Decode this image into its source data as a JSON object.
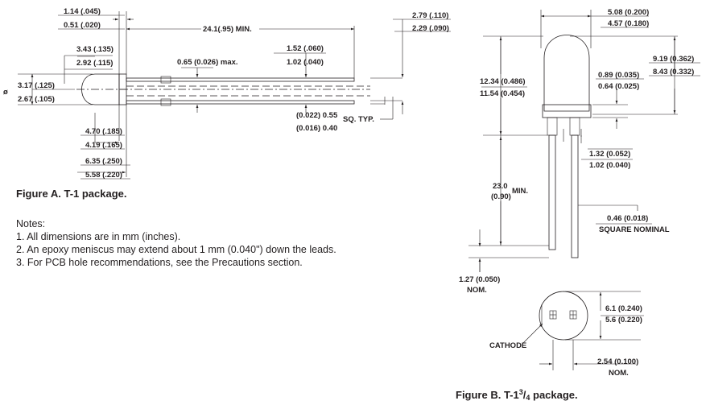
{
  "figure_a": {
    "caption": "Figure A. T-1 package.",
    "dims": {
      "d1_max": "1.14 (.045)",
      "d1_min": "0.51 (.020)",
      "lead_len": "24.1(.95) MIN.",
      "d2_max": "3.43 (.135)",
      "d2_min": "2.92 (.115)",
      "lead_w": "0.65 (0.026) max.",
      "d3_max": "1.52 (.060)",
      "d3_min": "1.02 (.040)",
      "diameter_symbol": "ø",
      "dia_max": "3.17 (.125)",
      "dia_min": "2.67 (.105)",
      "d4_max": "2.79 (.110)",
      "d4_min": "2.29 (.090)",
      "sq_max": "(0.022) 0.55",
      "sq_min": "(0.016) 0.40",
      "sq_label": "SQ. TYP.",
      "d5_max": "4.70 (.185)",
      "d5_min": "4.19 (.165)",
      "d6_max": "6.35 (.250)",
      "d6_min": "5.58 (.220)"
    }
  },
  "notes": {
    "heading": "Notes:",
    "items": [
      "1.  All dimensions are in mm (inches).",
      "2.  An epoxy meniscus may extend about 1 mm (0.040\") down the leads.",
      "3.  For PCB hole recommendations, see the Precautions section."
    ]
  },
  "figure_b": {
    "caption_main": "Figure B. T-1",
    "caption_sup": "3",
    "caption_slash": "/",
    "caption_sub": "4",
    "caption_tail": " package.",
    "dims": {
      "w_max": "5.08 (0.200)",
      "w_min": "4.57 (0.180)",
      "dome_max": "9.19 (0.362)",
      "dome_min": "8.43 (0.332)",
      "body_max": "12.34 (0.486)",
      "body_min": "11.54 (0.454)",
      "flange_max": "0.89 (0.035)",
      "flange_min": "0.64 (0.025)",
      "mid_max": "1.32 (0.052)",
      "mid_min": "1.02 (0.040)",
      "lead_mm": "23.0",
      "lead_in": "(0.90)",
      "lead_min": "MIN.",
      "sq_val": "0.46 (0.018)",
      "sq_label": "SQUARE NOMINAL",
      "pitch_val": "1.27 (0.050)",
      "pitch_nom": "NOM.",
      "flange_dia_max": "6.1 (0.240)",
      "flange_dia_min": "5.6 (0.220)",
      "cathode": "CATHODE",
      "spacing_val": "2.54 (0.100)",
      "spacing_nom": "NOM."
    }
  }
}
